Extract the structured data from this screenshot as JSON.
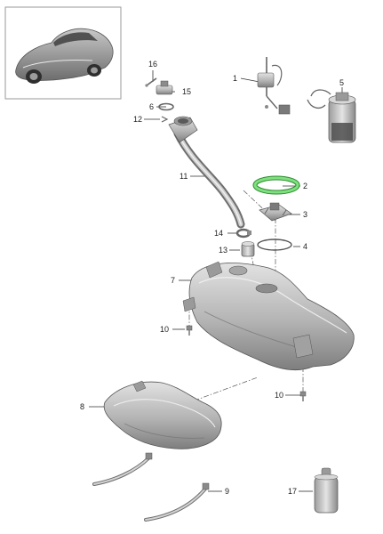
{
  "diagram": {
    "inset": {
      "kind": "car-thumbnail"
    },
    "parts": [
      {
        "id": "p1",
        "number": "1",
        "component": "fuel-level-sender"
      },
      {
        "id": "p2",
        "number": "2",
        "component": "tank-seal-ring"
      },
      {
        "id": "p3",
        "number": "3",
        "component": "tank-flange"
      },
      {
        "id": "p4",
        "number": "4",
        "component": "o-ring"
      },
      {
        "id": "p5",
        "number": "5",
        "component": "fuel-pump"
      },
      {
        "id": "p6",
        "number": "6",
        "component": "seal"
      },
      {
        "id": "p7",
        "number": "7",
        "component": "fuel-tank"
      },
      {
        "id": "p8",
        "number": "8",
        "component": "heat-shield"
      },
      {
        "id": "p9",
        "number": "9",
        "component": "tank-strap"
      },
      {
        "id": "p10a",
        "number": "10",
        "component": "bolt"
      },
      {
        "id": "p10b",
        "number": "10",
        "component": "bolt"
      },
      {
        "id": "p11",
        "number": "11",
        "component": "filler-neck"
      },
      {
        "id": "p12",
        "number": "12",
        "component": "clip"
      },
      {
        "id": "p13",
        "number": "13",
        "component": "connector"
      },
      {
        "id": "p14",
        "number": "14",
        "component": "hose-clamp"
      },
      {
        "id": "p15",
        "number": "15",
        "component": "valve"
      },
      {
        "id": "p16",
        "number": "16",
        "component": "retaining-pin"
      },
      {
        "id": "p17",
        "number": "17",
        "component": "grease-tube"
      }
    ],
    "colors": {
      "part_fill": "#bdbdbd",
      "part_dark": "#7a7a7a",
      "seal_highlight": "#5fd35f",
      "line": "#333333"
    }
  }
}
